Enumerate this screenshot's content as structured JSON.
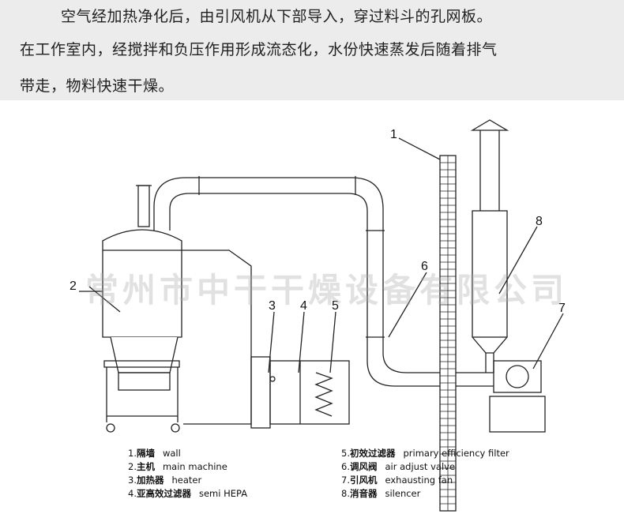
{
  "intro": {
    "line1": "空气经加热净化后，由引风机从下部导入，穿过料斗的孔网板。",
    "line2": "在工作室内，经搅拌和负压作用形成流态化，水份快速蒸发后随着排气",
    "line3": "带走，物料快速干燥。"
  },
  "watermark": "常州市中干干燥设备有限公司",
  "callouts": [
    "1",
    "2",
    "3",
    "4",
    "5",
    "6",
    "7",
    "8"
  ],
  "legend": [
    {
      "num": "1.",
      "cn": "隔墙",
      "en": "wall"
    },
    {
      "num": "2.",
      "cn": "主机",
      "en": "main machine"
    },
    {
      "num": "3.",
      "cn": "加热器",
      "en": "heater"
    },
    {
      "num": "4.",
      "cn": "亚高效过滤器",
      "en": "semi HEPA"
    },
    {
      "num": "5.",
      "cn": "初效过滤器",
      "en": "primary efficiency filter"
    },
    {
      "num": "6.",
      "cn": "调风阀",
      "en": "air adjust valve"
    },
    {
      "num": "7.",
      "cn": "引风机",
      "en": "exhausting fan"
    },
    {
      "num": "8.",
      "cn": "消音器",
      "en": "silencer"
    }
  ]
}
